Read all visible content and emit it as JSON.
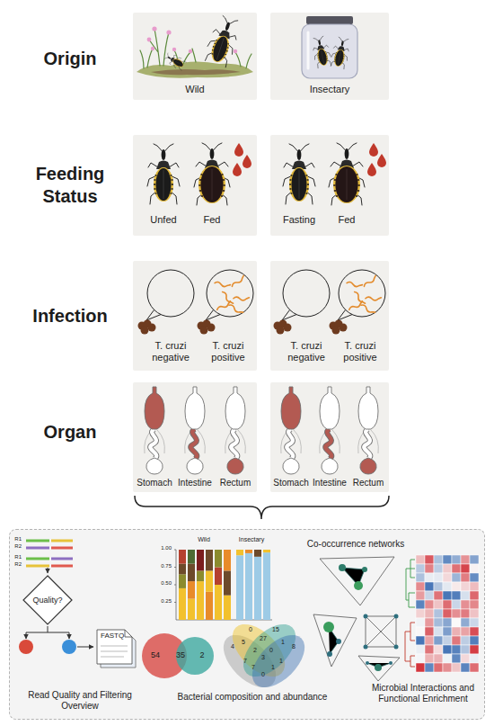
{
  "diagram": {
    "nodes": [
      {
        "text": [
          "Wild"
        ]
      },
      {
        "text": [
          "Insectary"
        ]
      },
      {
        "text": [
          "Unfed",
          "Fed"
        ]
      },
      {
        "text": [
          "Fasting",
          "Fed"
        ]
      },
      {
        "text": [
          "T. cruzi negative",
          "T. cruzi positive"
        ]
      },
      {
        "text": [
          "T. cruzi negative",
          "T. cruzi positive"
        ]
      },
      {
        "text": [
          "Stomach",
          "Intestine",
          "Rectum"
        ]
      },
      {
        "text": [
          "Stomach",
          "Intestine",
          "Rectum"
        ]
      },
      {
        "text": [
          "Co-occurrence networks",
          "Read Quality and Filtering Overview",
          "Bacterial composition and abundance",
          "Microbial Interactions and Functional Enrichment"
        ]
      },
      {
        "text": [
          "Quality?"
        ],
        "in": 8
      },
      {
        "text": [
          "FASTQ"
        ],
        "in": 8
      }
    ],
    "labels": [
      "Origin",
      "Feeding Status",
      "Infection",
      "Organ",
      "R1",
      "R2",
      "R1",
      "R2",
      "Wild",
      "Insectary",
      "1.00",
      "0.75",
      "0.50",
      "0.25",
      "54",
      "35",
      "2",
      "4",
      "0",
      "15",
      "8",
      "5",
      "27",
      "1",
      "7",
      "1",
      "0",
      "2",
      "0",
      "1",
      "7",
      "3"
    ]
  }
}
